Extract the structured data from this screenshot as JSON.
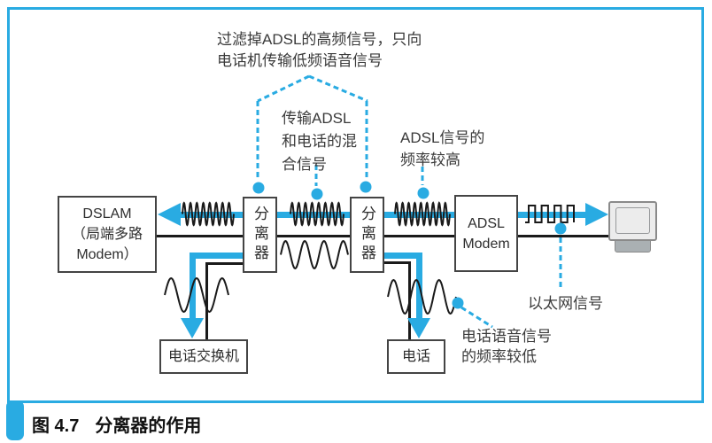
{
  "colors": {
    "accent": "#29abe2",
    "line": "#1a1a1a"
  },
  "caption": {
    "number": "图 4.7",
    "title": "分离器的作用"
  },
  "nodes": {
    "dslam": {
      "line1": "DSLAM",
      "line2": "（局端多路",
      "line3": "Modem）"
    },
    "splitter1": {
      "label": "分离器"
    },
    "splitter2": {
      "label": "分离器"
    },
    "modem": {
      "line1": "ADSL",
      "line2": "Modem"
    },
    "phone_switch": {
      "label": "电话交换机"
    },
    "phone": {
      "label": "电话"
    }
  },
  "annotations": {
    "filter_note": {
      "line1": "过滤掉ADSL的高频信号，只向",
      "line2": "电话机传输低频语音信号"
    },
    "mixed_note": {
      "line1": "传输ADSL",
      "line2": "和电话的混",
      "line3": "合信号"
    },
    "adsl_high_note": {
      "line1": "ADSL信号的",
      "line2": "频率较高"
    },
    "ethernet_note": {
      "label": "以太网信号"
    },
    "voice_low_note": {
      "line1": "电话语音信号",
      "line2": "的频率较低"
    }
  }
}
